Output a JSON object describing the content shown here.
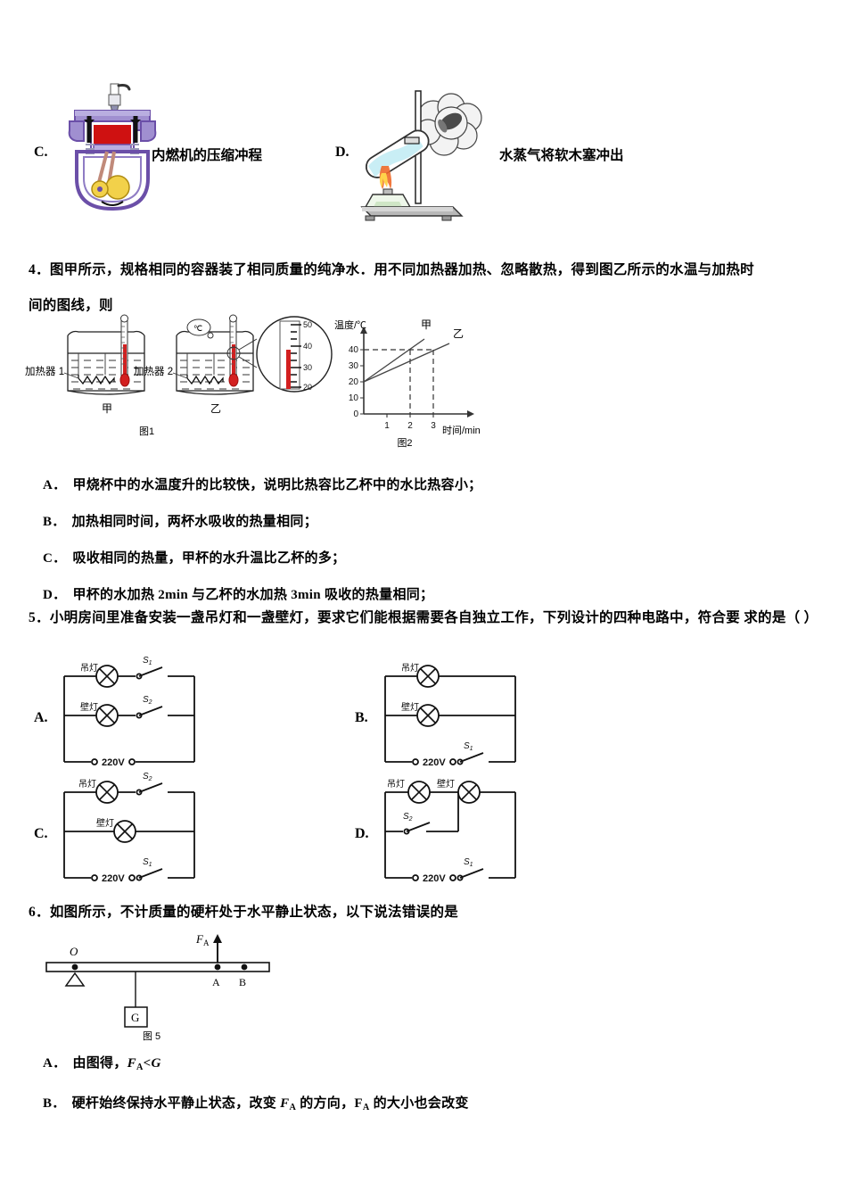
{
  "top_options": [
    {
      "label": "C.",
      "caption": "内燃机的压缩冲程",
      "figure": "internal-combustion-engine-compression-stroke"
    },
    {
      "label": "D.",
      "caption": "水蒸气将软木塞冲出",
      "figure": "steam-pushes-cork-out-of-test-tube"
    }
  ],
  "q4": {
    "number": "4．",
    "stem_line1": "图甲所示，规格相同的容器装了相同质量的纯净水．用不同加热器加热、忽略散热，得到图乙所示的水温与加热时",
    "stem_line2": "间的图线，则",
    "figure1": {
      "caption": "图1",
      "heater1_label": "加热器 1",
      "heater2_label": "加热器 2",
      "beaker1_label": "甲",
      "beaker2_label": "乙",
      "magnifier_ticks": [
        "50",
        "40",
        "30",
        "20"
      ],
      "magnifier_unit": "℃"
    },
    "options": [
      {
        "label": "A．",
        "text": "甲烧杯中的水温度升的比较快，说明比热容比乙杯中的水比热容小；"
      },
      {
        "label": "B．",
        "text": "加热相同时间，两杯水吸收的热量相同；"
      },
      {
        "label": "C．",
        "text": "吸收相同的热量，甲杯的水升温比乙杯的多；"
      },
      {
        "label": "D．",
        "text": "甲杯的水加热 2min 与乙杯的水加热 3min 吸收的热量相同；"
      }
    ]
  },
  "chart_data": {
    "type": "line",
    "title": "图2",
    "xlabel": "时间/min",
    "ylabel": "温度/℃",
    "xlim": [
      0,
      3.8
    ],
    "ylim": [
      0,
      48
    ],
    "xticks": [
      "1",
      "2",
      "3"
    ],
    "yticks": [
      "0",
      "10",
      "20",
      "30",
      "40"
    ],
    "grid": false,
    "legend": "inline-labels",
    "annotations": [
      "dashed line at 40℃",
      "dashed drop lines at t=2 and t=3"
    ],
    "series": [
      {
        "name": "甲",
        "x": [
          0,
          2,
          2.6
        ],
        "y": [
          20,
          40,
          46
        ]
      },
      {
        "name": "乙",
        "x": [
          0,
          3,
          3.6
        ],
        "y": [
          20,
          40,
          44
        ]
      }
    ]
  },
  "q5": {
    "number": "5．",
    "stem_line1": "小明房间里准备安装一盏吊灯和一盏壁灯，要求它们能根据需要各自独立工作，下列设计的四种电路中，符合要",
    "stem_line2": "求的是（    ）",
    "labels": {
      "ceiling_lamp": "吊灯",
      "wall_lamp": "壁灯",
      "source": "220V",
      "switch1": "S",
      "switch1_sub": "1",
      "switch2": "S",
      "switch2_sub": "2"
    },
    "options": [
      {
        "label": "A.",
        "circuit": "both-lamps-parallel-each-with-own-switch"
      },
      {
        "label": "B.",
        "circuit": "both-lamps-parallel-one-main-switch"
      },
      {
        "label": "C.",
        "circuit": "ceiling-lamp-with-s2-wall-lamp-plain-main-switch-s1"
      },
      {
        "label": "D.",
        "circuit": "lamps-in-series-with-s2-shorting-branch-and-main-switch-s1"
      }
    ]
  },
  "q6": {
    "number": "6．",
    "stem": "如图所示，不计质量的硬杆处于水平静止状态，以下说法错误的是",
    "figure": {
      "caption": "图 5",
      "fulcrum_label": "O",
      "force_label": "F",
      "force_sub": "A",
      "point_a": "A",
      "point_b": "B",
      "weight_label": "G"
    },
    "options": [
      {
        "label": "A．",
        "prefix": "由图得，",
        "expr": "F",
        "expr_sub": "A",
        "expr_tail": "<G",
        "suffix": ""
      },
      {
        "label": "B．",
        "prefix": "硬杆始终保持水平静止状态，改变 ",
        "expr": "F",
        "expr_sub": "A",
        "expr_tail": "",
        "suffix": " 的方向，F",
        "suffix_sub": "A",
        "suffix_tail": " 的大小也会改变"
      }
    ]
  }
}
